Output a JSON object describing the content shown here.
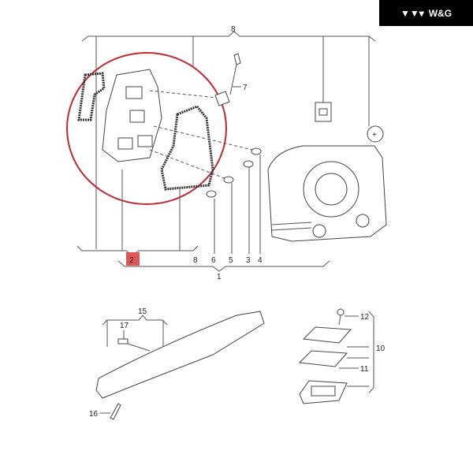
{
  "logo": {
    "text": "W&G"
  },
  "callouts": {
    "assembly_top": "8",
    "bulb_holder_wire": "7",
    "bulb_carrier": "2",
    "bulb_8": "8",
    "bulb_6": "6",
    "bulb_5": "5",
    "bulb_3": "3",
    "bulb_4": "4",
    "tail_light": "1",
    "brake_light": "15",
    "brake_bulb": "17",
    "screw_16": "16",
    "screw_12": "12",
    "plate_light": "10",
    "plate_bulb": "11"
  },
  "colors": {
    "highlight_circle": "#c0282d",
    "highlight_badge": "#e05555"
  }
}
